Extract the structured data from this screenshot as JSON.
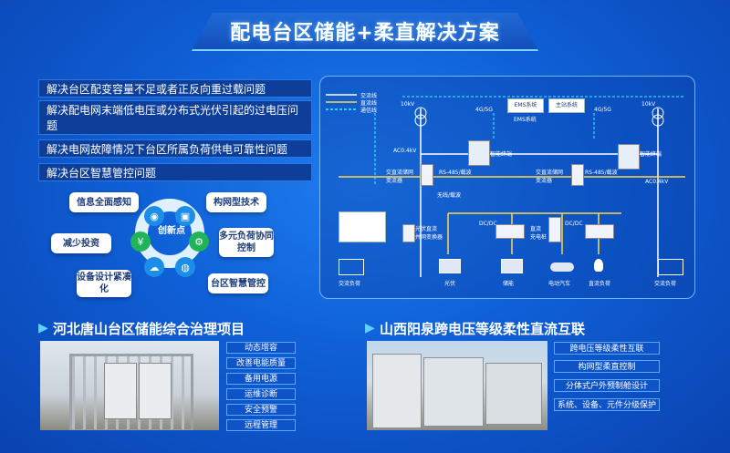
{
  "title": "配电台区储能+柔直解决方案",
  "problems": [
    "解决台区配变容量不足或者正反向重过载问题",
    "解决配电网末端低电压或分布式光伏引起的过电压问题",
    "解决电网故障情况下台区所属负荷供电可靠性问题",
    "解决台区智慧管控问题"
  ],
  "innovation": {
    "center": "创新点",
    "items": [
      "信息全面感知",
      "构网型技术",
      "减少投资",
      "多元负荷协同控制",
      "设备设计紧凑化",
      "台区智慧管控"
    ]
  },
  "diagram": {
    "legend": [
      "交流线",
      "直流线",
      "通信线"
    ],
    "kv_left": "10kV",
    "kv_right": "10kV",
    "ac_left": "AC0.4kV",
    "ac_right": "AC0.4kV",
    "net_left": "4G/5G",
    "net_right": "4G/5G",
    "ems": "EMS系统",
    "master": "主站系统",
    "ems_label": "EMS系统",
    "terminal_left": "智能终端",
    "terminal_right": "智能终端",
    "rs485_left": "RS-485/载波",
    "rs485_right": "RS-485/载波",
    "conv_left": "交直流储网\n变流器",
    "conv_right": "交直流储网\n变流器",
    "wireless": "无线/载波",
    "pv_conv": "光伏直流\n并网变换器",
    "dcdc1": "DC/DC",
    "dcdc2": "DC/DC",
    "charger": "直流\n充电桩",
    "load_left": "交流负荷",
    "load_right": "交流负荷",
    "pv": "光伏",
    "storage": "储能",
    "ev": "电动汽车",
    "dc_load": "直流负荷"
  },
  "project_left": {
    "title": "河北唐山台区储能综合治理项目",
    "tags": [
      "动态增容",
      "改善电能质量",
      "备用电源",
      "运维诊断",
      "安全预警",
      "远程管理"
    ]
  },
  "project_right": {
    "title": "山西阳泉跨电压等级柔性直流互联",
    "tags": [
      "跨电压等级柔性互联",
      "构网型柔直控制",
      "分体式户外预制舱设计",
      "系统、设备、元件分级保护"
    ]
  },
  "colors": {
    "accent": "#2a78e0",
    "bg": "#0f5fd6",
    "tag": "#0e54c8"
  }
}
